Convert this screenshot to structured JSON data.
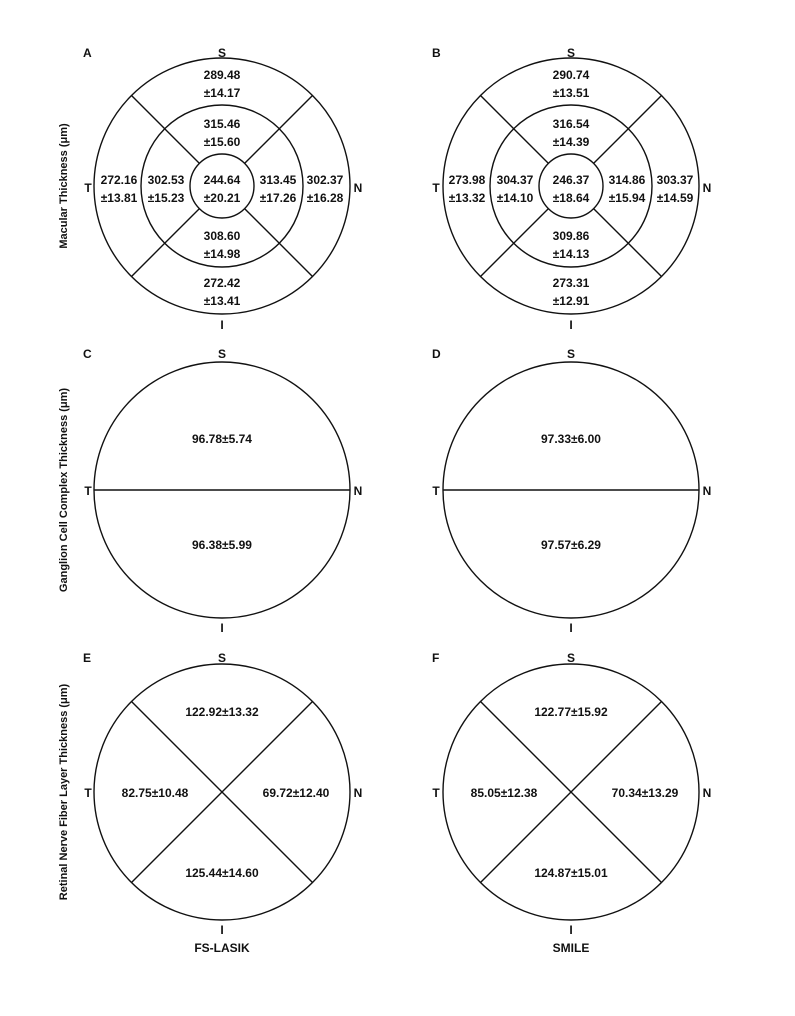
{
  "row_labels": {
    "macular": "Macular Thickness (μm)",
    "gcc": "Ganglion Cell Complex Thickness (μm)",
    "rnfl": "Retinal Nerve Fiber Layer Thickness (μm)"
  },
  "orientation": {
    "superior": "S",
    "inferior": "I",
    "temporal": "T",
    "nasal": "N"
  },
  "groups": {
    "left": "FS-LASIK",
    "right": "SMILE"
  },
  "panels": {
    "A": {
      "label": "A",
      "outer_s": [
        "289.48",
        "±14.17"
      ],
      "inner_s": [
        "315.46",
        "±15.60"
      ],
      "outer_t": [
        "272.16",
        "±13.81"
      ],
      "inner_t": [
        "302.53",
        "±15.23"
      ],
      "center": [
        "244.64",
        "±20.21"
      ],
      "inner_n": [
        "313.45",
        "±17.26"
      ],
      "outer_n": [
        "302.37",
        "±16.28"
      ],
      "inner_i": [
        "308.60",
        "±14.98"
      ],
      "outer_i": [
        "272.42",
        "±13.41"
      ]
    },
    "B": {
      "label": "B",
      "outer_s": [
        "290.74",
        "±13.51"
      ],
      "inner_s": [
        "316.54",
        "±14.39"
      ],
      "outer_t": [
        "273.98",
        "±13.32"
      ],
      "inner_t": [
        "304.37",
        "±14.10"
      ],
      "center": [
        "246.37",
        "±18.64"
      ],
      "inner_n": [
        "314.86",
        "±15.94"
      ],
      "outer_n": [
        "303.37",
        "±14.59"
      ],
      "inner_i": [
        "309.86",
        "±14.13"
      ],
      "outer_i": [
        "273.31",
        "±12.91"
      ]
    },
    "C": {
      "label": "C",
      "superior": "96.78±5.74",
      "inferior": "96.38±5.99"
    },
    "D": {
      "label": "D",
      "superior": "97.33±6.00",
      "inferior": "97.57±6.29"
    },
    "E": {
      "label": "E",
      "superior": "122.92±13.32",
      "temporal": "82.75±10.48",
      "nasal": "69.72±12.40",
      "inferior": "125.44±14.60"
    },
    "F": {
      "label": "F",
      "superior": "122.77±15.92",
      "temporal": "85.05±12.38",
      "nasal": "70.34±13.29",
      "inferior": "124.87±15.01"
    }
  }
}
